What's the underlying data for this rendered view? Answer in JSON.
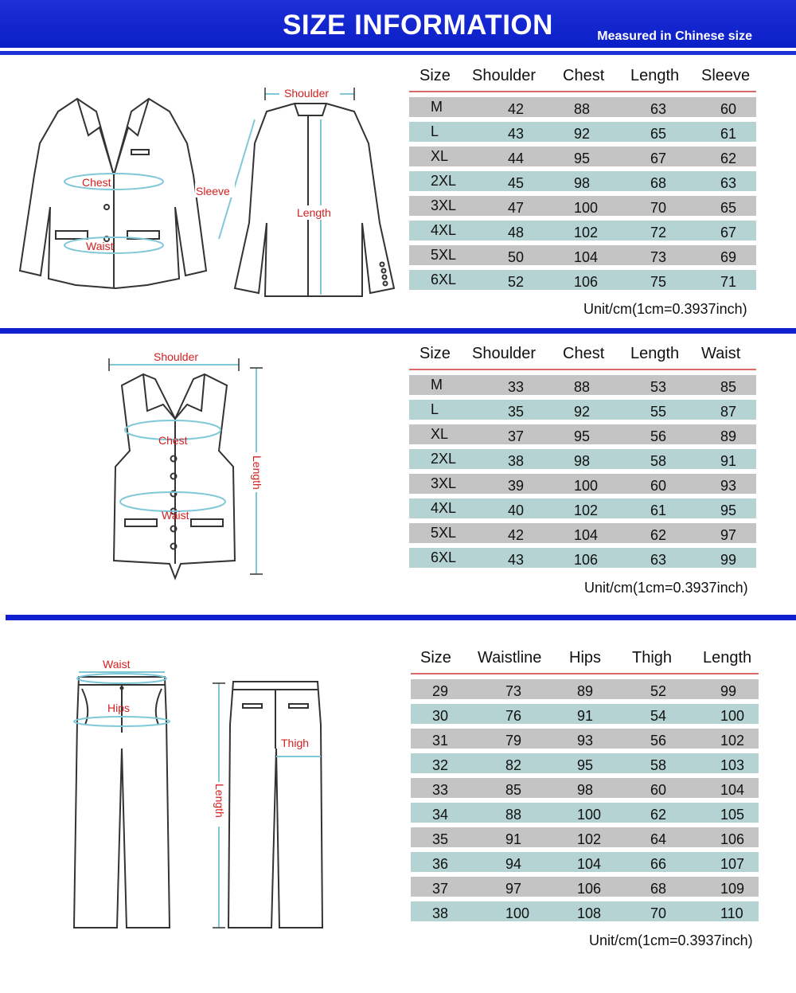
{
  "header": {
    "title": "SIZE INFORMATION",
    "subtitle": "Measured in Chinese size"
  },
  "jacket": {
    "labels": {
      "chest": "Chest",
      "waist": "Waist",
      "shoulder": "Shoulder",
      "sleeve": "Sleeve",
      "length": "Length"
    },
    "columns": [
      "Size",
      "Shoulder",
      "Chest",
      "Length",
      "Sleeve"
    ],
    "rows": [
      [
        "M",
        "42",
        "88",
        "63",
        "60"
      ],
      [
        "L",
        "43",
        "92",
        "65",
        "61"
      ],
      [
        "XL",
        "44",
        "95",
        "67",
        "62"
      ],
      [
        "2XL",
        "45",
        "98",
        "68",
        "63"
      ],
      [
        "3XL",
        "47",
        "100",
        "70",
        "65"
      ],
      [
        "4XL",
        "48",
        "102",
        "72",
        "67"
      ],
      [
        "5XL",
        "50",
        "104",
        "73",
        "69"
      ],
      [
        "6XL",
        "52",
        "106",
        "75",
        "71"
      ]
    ],
    "unit": "Unit/cm(1cm=0.3937inch)"
  },
  "vest": {
    "labels": {
      "shoulder": "Shoulder",
      "chest": "Chest",
      "waist": "Waist",
      "length": "Length"
    },
    "columns": [
      "Size",
      "Shoulder",
      "Chest",
      "Length",
      "Waist"
    ],
    "rows": [
      [
        "M",
        "33",
        "88",
        "53",
        "85"
      ],
      [
        "L",
        "35",
        "92",
        "55",
        "87"
      ],
      [
        "XL",
        "37",
        "95",
        "56",
        "89"
      ],
      [
        "2XL",
        "38",
        "98",
        "58",
        "91"
      ],
      [
        "3XL",
        "39",
        "100",
        "60",
        "93"
      ],
      [
        "4XL",
        "40",
        "102",
        "61",
        "95"
      ],
      [
        "5XL",
        "42",
        "104",
        "62",
        "97"
      ],
      [
        "6XL",
        "43",
        "106",
        "63",
        "99"
      ]
    ],
    "unit": "Unit/cm(1cm=0.3937inch)"
  },
  "pants": {
    "labels": {
      "waist": "Waist",
      "hips": "Hips",
      "thigh": "Thigh",
      "length": "Length"
    },
    "columns": [
      "Size",
      "Waistline",
      "Hips",
      "Thigh",
      "Length"
    ],
    "rows": [
      [
        "29",
        "73",
        "89",
        "52",
        "99"
      ],
      [
        "30",
        "76",
        "91",
        "54",
        "100"
      ],
      [
        "31",
        "79",
        "93",
        "56",
        "102"
      ],
      [
        "32",
        "82",
        "95",
        "58",
        "103"
      ],
      [
        "33",
        "85",
        "98",
        "60",
        "104"
      ],
      [
        "34",
        "88",
        "100",
        "62",
        "105"
      ],
      [
        "35",
        "91",
        "102",
        "64",
        "106"
      ],
      [
        "36",
        "94",
        "104",
        "66",
        "107"
      ],
      [
        "37",
        "97",
        "106",
        "68",
        "109"
      ],
      [
        "38",
        "100",
        "108",
        "70",
        "110"
      ]
    ],
    "unit": "Unit/cm(1cm=0.3937inch)"
  },
  "colors": {
    "header_blue": "#1d2fd6",
    "row_gray": "#c4c4c4",
    "row_teal": "#b5d3d3",
    "header_rule": "#d96b6b",
    "label_red": "#d42020",
    "measure_teal": "#7ec8d8"
  }
}
